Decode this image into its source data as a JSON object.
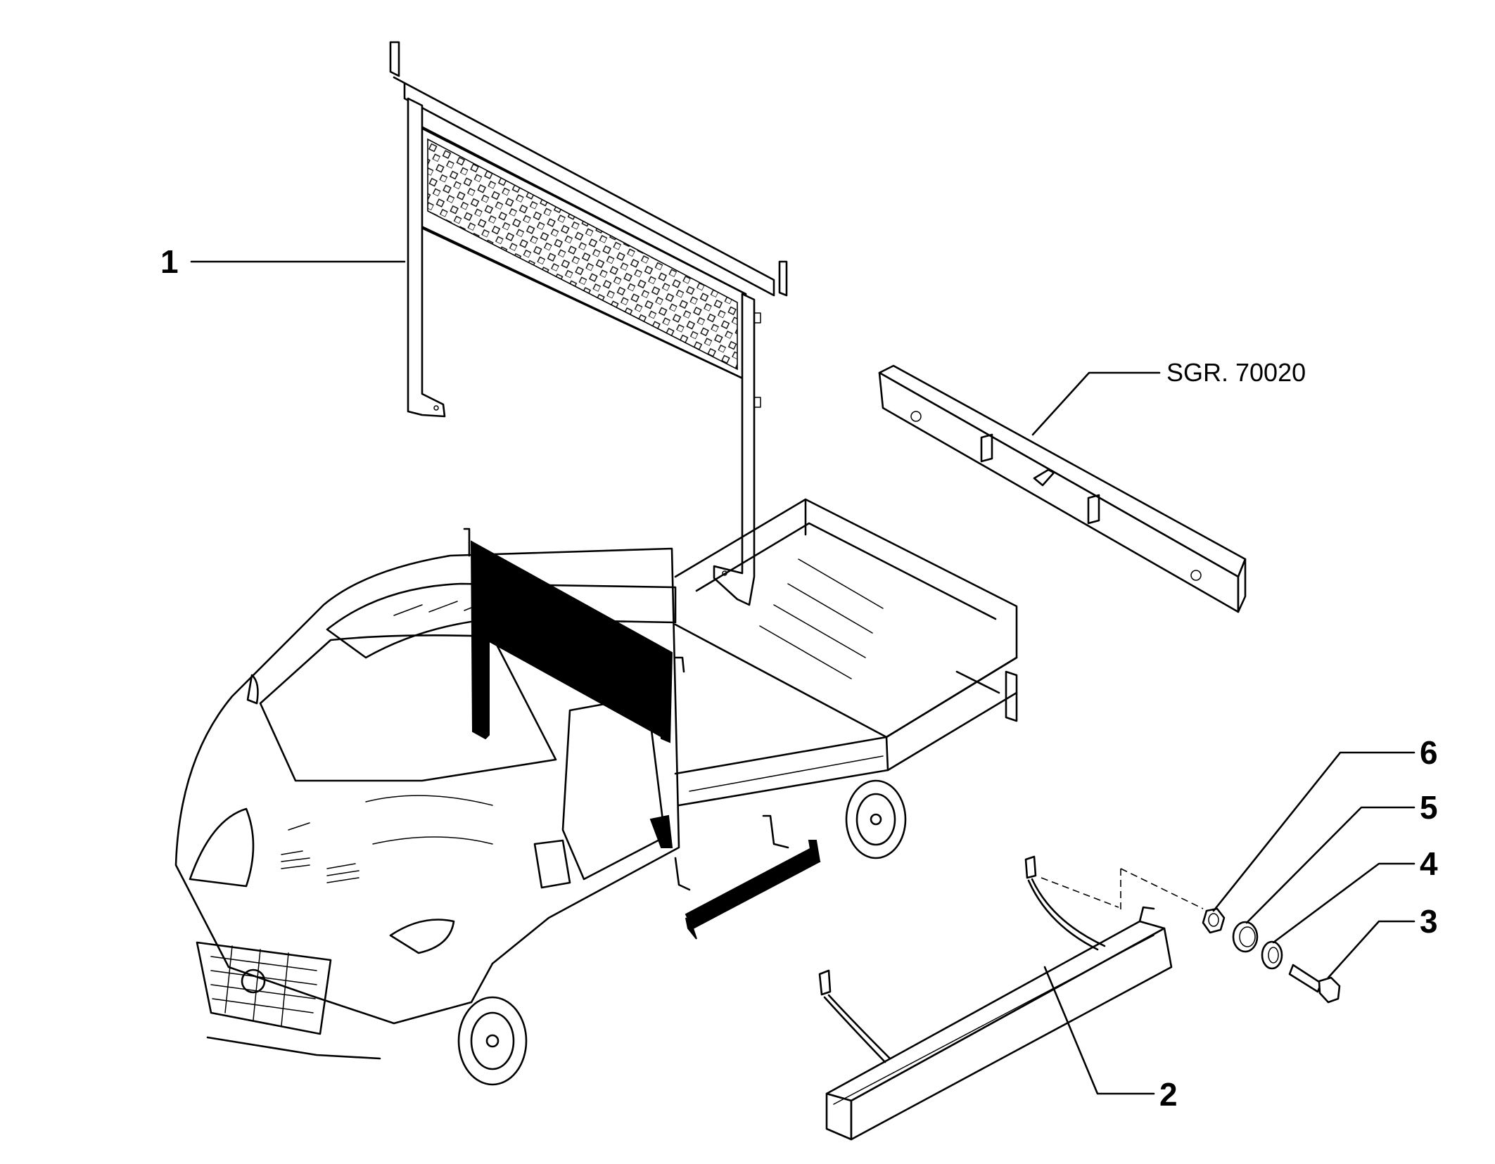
{
  "diagram": {
    "callouts": [
      {
        "id": "1",
        "text": "1"
      },
      {
        "id": "2",
        "text": "2"
      },
      {
        "id": "3",
        "text": "3"
      },
      {
        "id": "4",
        "text": "4"
      },
      {
        "id": "5",
        "text": "5"
      },
      {
        "id": "6",
        "text": "6"
      }
    ],
    "reference": {
      "text": "SGR. 70020"
    }
  }
}
